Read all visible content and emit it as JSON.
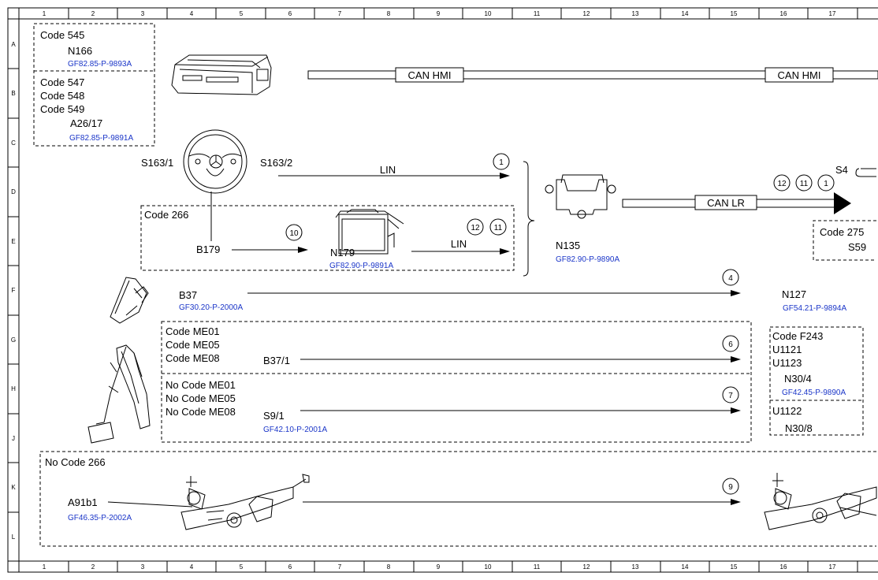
{
  "grid": {
    "columns": [
      "1",
      "2",
      "3",
      "4",
      "5",
      "6",
      "7",
      "8",
      "9",
      "10",
      "11",
      "12",
      "13",
      "14",
      "15",
      "16",
      "17"
    ],
    "rows": [
      "A",
      "B",
      "C",
      "D",
      "E",
      "F",
      "G",
      "H",
      "J",
      "K",
      "L"
    ]
  },
  "blocks": {
    "code545": {
      "label": "Code 545",
      "component": "N166",
      "ref": "GF82.85-P-9893A"
    },
    "code547": {
      "lines": [
        "Code 547",
        "Code 548",
        "Code 549"
      ],
      "component": "A26/17",
      "ref": "GF82.85-P-9891A"
    },
    "code266": {
      "label": "Code 266"
    },
    "code275": {
      "label": "Code 275",
      "component": "S59"
    },
    "codeME": {
      "lines": [
        "Code ME01",
        "Code ME05",
        "Code ME08"
      ],
      "component": "B37/1"
    },
    "nocodeME": {
      "lines": [
        "No Code ME01",
        "No Code ME05",
        "No Code ME08"
      ],
      "component": "S9/1",
      "ref": "GF42.10-P-2001A"
    },
    "nocode266": {
      "label": "No Code 266",
      "component": "A91b1",
      "ref": "GF46.35-P-2002A"
    },
    "codeF243": {
      "lines": [
        "Code F243",
        "U1121",
        "U1123"
      ],
      "component": "N30/4",
      "ref": "GF42.45-P-9890A"
    },
    "u1122": {
      "label": "U1122",
      "component": "N30/8"
    }
  },
  "components": {
    "s163_1": "S163/1",
    "s163_2": "S163/2",
    "b179": "B179",
    "n179": {
      "label": "N179",
      "ref": "GF82.90-P-9891A"
    },
    "n135": {
      "label": "N135",
      "ref": "GF82.90-P-9890A"
    },
    "b37": {
      "label": "B37",
      "ref": "GF30.20-P-2000A"
    },
    "n127": {
      "label": "N127",
      "ref": "GF54.21-P-9894A"
    },
    "s4": "S4"
  },
  "buses": {
    "can_hmi": "CAN HMI",
    "can_lr": "CAN LR",
    "lin": "LIN"
  },
  "circles": [
    "1",
    "10",
    "12",
    "11",
    "4",
    "6",
    "7",
    "9"
  ]
}
